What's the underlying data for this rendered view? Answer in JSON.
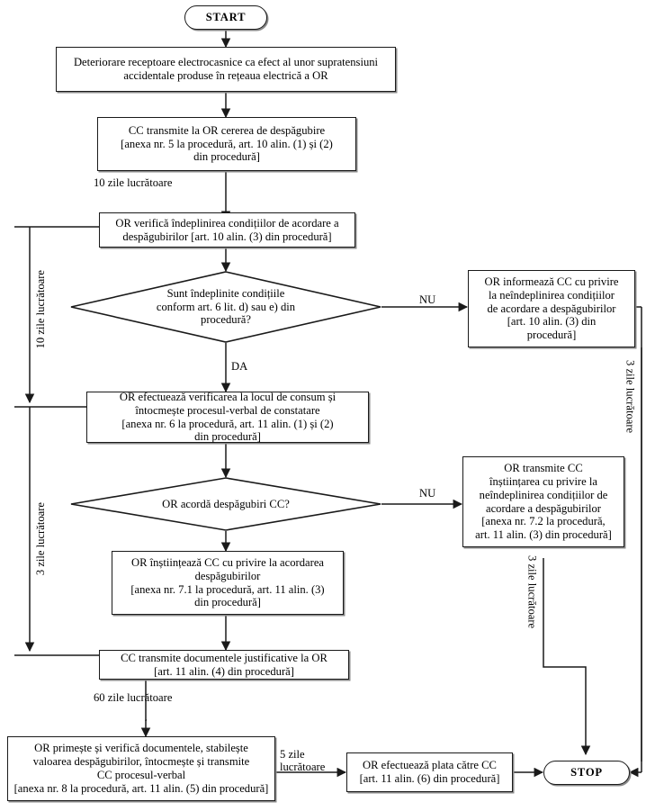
{
  "diagram": {
    "title": "Flux proceduri despăgubiri OR - CC",
    "language": "ro",
    "colors": {
      "stroke": "#1a1a1a",
      "shadow": "#8a8a8a",
      "background": "#ffffff"
    }
  },
  "nodes": {
    "start": {
      "label": "START",
      "type": "terminal"
    },
    "damage": {
      "label": "Deteriorare receptoare electrocasnice ca efect al unor supratensiuni\naccidentale produse în rețeaua electrică a OR",
      "type": "process"
    },
    "cc_request": {
      "label": "CC transmite la OR cererea de despăgubire\n[anexa nr. 5 la procedură, art. 10 alin. (1) și (2)\ndin procedură]",
      "type": "process"
    },
    "or_verify": {
      "label": "OR verifică îndeplinirea condițiilor de acordare a\ndespăgubirilor [art. 10 alin. (3) din procedură]",
      "type": "process"
    },
    "decision_conditions": {
      "label": "Sunt îndeplinite condițiile\nconform art. 6 lit. d) sau e) din\nprocedură?",
      "type": "decision"
    },
    "or_inform_no": {
      "label": "OR informează CC cu privire\nla  neîndeplinirea condițiilor\nde acordare a despăgubirilor\n[art. 10 alin. (3) din\nprocedură]",
      "type": "process"
    },
    "or_field_check": {
      "label": "OR efectuează verificarea la locul de consum și\nîntocmește procesul-verbal de constatare\n[anexa nr. 6 la procedură, art. 11 alin. (1) și (2)\ndin procedură]",
      "type": "process"
    },
    "decision_grant": {
      "label": "OR acordă despăgubiri CC?",
      "type": "decision"
    },
    "or_notify_no": {
      "label": "OR transmite CC\nînștiințarea cu privire la\nneîndeplinirea condițiilor de\nacordare a despăgubirilor\n[anexa nr. 7.2 la procedură,\nart. 11 alin. (3) din procedură]",
      "type": "process"
    },
    "or_notify_yes": {
      "label": "OR înștiințează CC cu privire la acordarea\ndespăgubirilor\n[anexa nr. 7.1 la procedură, art. 11 alin. (3)\ndin procedură]",
      "type": "process"
    },
    "cc_documents": {
      "label": "CC transmite documentele justificative la OR\n[art. 11 alin. (4) din procedură]",
      "type": "process"
    },
    "or_receive_docs": {
      "label": "OR primește și verifică documentele, stabilește\nvaloarea despăgubirilor, întocmește și transmite\nCC procesul-verbal\n[anexa nr. 8 la procedură, art. 11 alin. (5) din procedură]",
      "type": "process"
    },
    "or_payment": {
      "label": "OR efectuează plata către CC\n[art. 11 alin. (6) din procedură]",
      "type": "process"
    },
    "stop": {
      "label": "STOP",
      "type": "terminal"
    }
  },
  "edge_labels": {
    "ten_days_request": "10 zile lucrătoare",
    "no_conditions": "NU",
    "yes_conditions": "DA",
    "ten_days_left": "10 zile lucrătoare",
    "three_days_left": "3 zile lucrătoare",
    "three_days_right_top": "3 zile lucrătoare",
    "no_grant": "NU",
    "three_days_right_bottom": "3 zile lucrătoare",
    "sixty_days": "60 zile lucrătoare",
    "five_days": "5 zile\nlucrătoare"
  }
}
